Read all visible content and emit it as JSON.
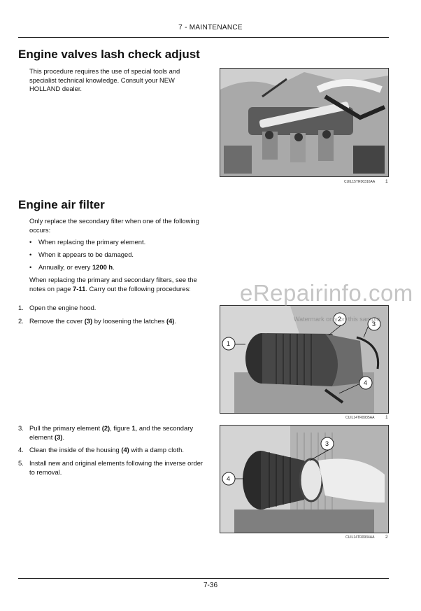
{
  "header": {
    "chapter": "7 - MAINTENANCE"
  },
  "section1": {
    "title": "Engine valves lash check adjust",
    "body": "This procedure requires the use of special tools and specialist technical knowledge.  Consult your NEW HOLLAND dealer.",
    "figure": {
      "code": "CUIL15TR00316AA",
      "number": "1"
    }
  },
  "section2": {
    "title": "Engine air filter",
    "intro": "Only replace the secondary filter when one of the following occurs:",
    "bullets": [
      {
        "text": "When replacing the primary element."
      },
      {
        "text": "When it appears to be damaged."
      },
      {
        "prefix": "Annually, or every ",
        "bold": "1200 h",
        "suffix": "."
      }
    ],
    "note": {
      "pre": "When replacing the primary and secondary filters, see the notes on page ",
      "bold": "7-11",
      "post": ". Carry out the following procedures:"
    },
    "steps": [
      {
        "num": "1.",
        "pre": "Open the engine hood.",
        "b1": "",
        "mid": "",
        "b2": "",
        "post": ""
      },
      {
        "num": "2.",
        "pre": "Remove the cover ",
        "b1": "(3)",
        "mid": " by loosening the latches ",
        "b2": "(4)",
        "post": "."
      },
      {
        "num": "3.",
        "pre": "Pull the primary element ",
        "b1": "(2)",
        "mid": ", figure ",
        "b2": "1",
        "post": ", and the secondary element ",
        "b3": "(3)",
        "post2": "."
      },
      {
        "num": "4.",
        "pre": "Clean the inside of the housing ",
        "b1": "(4)",
        "mid": " with a damp cloth.",
        "b2": "",
        "post": ""
      },
      {
        "num": "5.",
        "pre": "Install new and original elements following the inverse order to removal.",
        "b1": "",
        "mid": "",
        "b2": "",
        "post": ""
      }
    ],
    "figure1": {
      "code": "CUIL14TR0935AA",
      "number": "1",
      "callouts": [
        "1",
        "2",
        "3",
        "4"
      ]
    },
    "figure2": {
      "code": "CUIL14TR0934AA",
      "number": "2",
      "callouts": [
        "3",
        "4"
      ]
    }
  },
  "watermark": {
    "main": "eRepairinfo.com",
    "sub": "Watermark only on this sample"
  },
  "footer": {
    "page": "7-36"
  }
}
